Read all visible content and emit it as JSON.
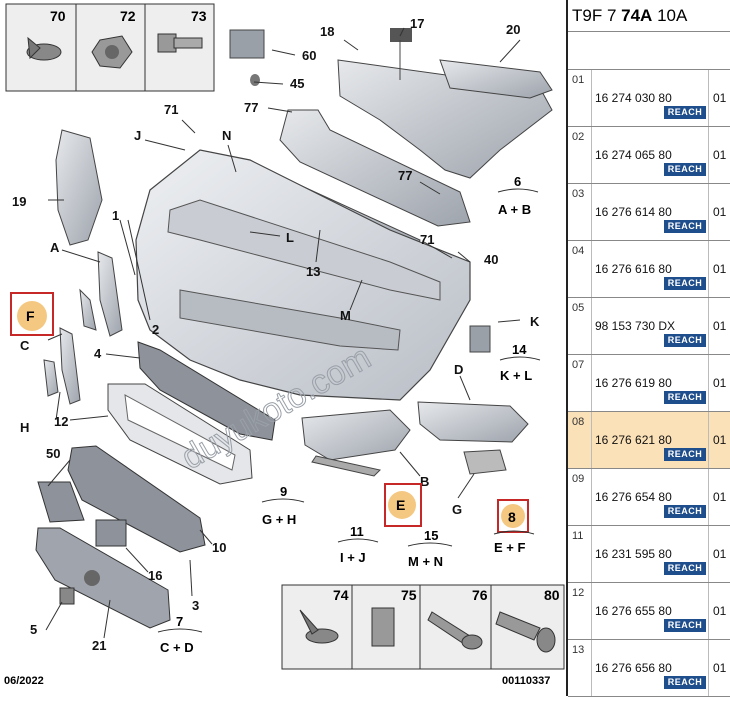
{
  "diagram": {
    "date_code": "06/2022",
    "drawing_number": "00110337",
    "watermark": "duyukoto.com",
    "callouts": {
      "n70": "70",
      "n72": "72",
      "n73": "73",
      "n74": "74",
      "n75": "75",
      "n76": "76",
      "n80": "80",
      "n60": "60",
      "n45": "45",
      "n17": "17",
      "n18": "18",
      "n20": "20",
      "n77a": "77",
      "n77b": "77",
      "n71a": "71",
      "n71b": "71",
      "n19": "19",
      "n1": "1",
      "n2": "2",
      "n3": "3",
      "n4": "4",
      "n5": "5",
      "n10": "10",
      "n12": "12",
      "n13": "13",
      "n16": "16",
      "n21": "21",
      "n40": "40",
      "n50": "50",
      "A": "A",
      "B": "B",
      "C": "C",
      "D": "D",
      "E": "E",
      "F": "F",
      "G": "G",
      "H": "H",
      "J": "J",
      "K": "K",
      "L": "L",
      "M": "M",
      "N": "N",
      "n8": "8"
    },
    "groups": {
      "g6": {
        "num": "6",
        "combo": "A + B"
      },
      "g14": {
        "num": "14",
        "combo": "K + L"
      },
      "g9": {
        "num": "9",
        "combo": "G + H"
      },
      "g11": {
        "num": "11",
        "combo": "I + J"
      },
      "g15": {
        "num": "15",
        "combo": "M + N"
      },
      "g8": {
        "num": "",
        "combo": "E + F"
      },
      "g7": {
        "num": "7",
        "combo": "C + D"
      }
    }
  },
  "parts_panel": {
    "header": {
      "prefix": "T9F 7",
      "bold": "74A",
      "suffix": "10A"
    },
    "rows": [
      {
        "index": "01",
        "part_number": "16 274 030 80",
        "qty": "01",
        "badge": "REACH",
        "selected": false
      },
      {
        "index": "02",
        "part_number": "16 274 065 80",
        "qty": "01",
        "badge": "REACH",
        "selected": false
      },
      {
        "index": "03",
        "part_number": "16 276 614 80",
        "qty": "01",
        "badge": "REACH",
        "selected": false
      },
      {
        "index": "04",
        "part_number": "16 276 616 80",
        "qty": "01",
        "badge": "REACH",
        "selected": false
      },
      {
        "index": "05",
        "part_number": "98 153 730 DX",
        "qty": "01",
        "badge": "REACH",
        "selected": false
      },
      {
        "index": "07",
        "part_number": "16 276 619 80",
        "qty": "01",
        "badge": "REACH",
        "selected": false
      },
      {
        "index": "08",
        "part_number": "16 276 621 80",
        "qty": "01",
        "badge": "REACH",
        "selected": true
      },
      {
        "index": "09",
        "part_number": "16 276 654 80",
        "qty": "01",
        "badge": "REACH",
        "selected": false
      },
      {
        "index": "11",
        "part_number": "16 231 595 80",
        "qty": "01",
        "badge": "REACH",
        "selected": false
      },
      {
        "index": "12",
        "part_number": "16 276 655 80",
        "qty": "01",
        "badge": "REACH",
        "selected": false
      },
      {
        "index": "13",
        "part_number": "16 276 656 80",
        "qty": "01",
        "badge": "REACH",
        "selected": false
      }
    ]
  },
  "colors": {
    "highlight_box": "#c62828",
    "selected_row": "#fbe1b8",
    "reach_badge": "#1f4e8c"
  }
}
